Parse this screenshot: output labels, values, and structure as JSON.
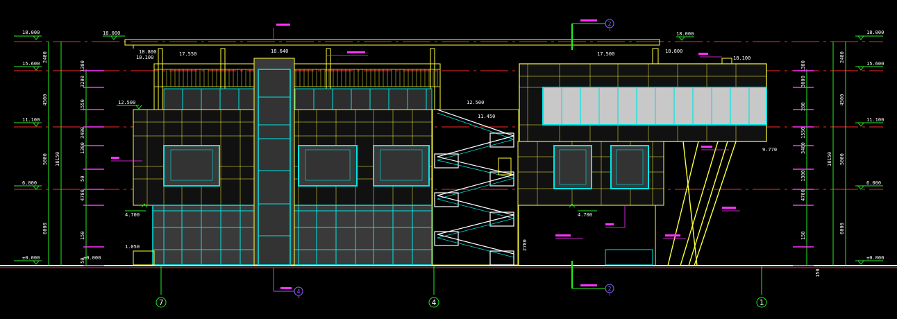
{
  "colors": {
    "background": "#000000",
    "structure": "#ffff3c",
    "glazing": "#00e5e5",
    "axis_red": "#ff2a2a",
    "dim_green": "#22ee22",
    "annot_magenta": "#ff33ff",
    "leader_purple": "#8c62ff",
    "text_white": "#ffffff",
    "grey_fill": "#3a3a3a",
    "light_fill": "#c8c8c8"
  },
  "levels": {
    "left": [
      "18.000",
      "15.600",
      "11.100",
      "6.000",
      "±0.000"
    ],
    "right": [
      "18.000",
      "15.600",
      "11.100",
      "6.000",
      "±0.000"
    ]
  },
  "dimensions": {
    "left_outer": [
      "2400",
      "4500",
      "5000",
      "6000"
    ],
    "left_total": "18150",
    "left_inner": [
      "1300",
      "3200",
      "1550",
      "3400",
      "1300",
      "50",
      "4700",
      "150",
      "50"
    ],
    "right_outer": [
      "2400",
      "4500",
      "5000",
      "6000"
    ],
    "right_total": "18150",
    "right_inner": [
      "1300",
      "3000",
      "200",
      "1550",
      "3400",
      "1300",
      "4700",
      "150"
    ],
    "bottom_right": "150",
    "door_height": "2780"
  },
  "elevations": {
    "roof_left": "18.000",
    "roof_mid_left": "18.800",
    "roof_mid_left2": "18.100",
    "roof_a": "17.550",
    "stair_top": "18.640",
    "roof_right1": "18.000",
    "roof_b": "17.500",
    "roof_right2": "18.800",
    "roof_right3": "18.100",
    "level_12500": "12.500",
    "level_12500b": "12.500",
    "level_11450": "11.450",
    "level_9770": "9.770",
    "level_4700a": "4.700",
    "level_4700b": "4.700",
    "level_1050": "1.050",
    "ground": "±0.000"
  },
  "axes": [
    "7",
    "4",
    "1"
  ],
  "callouts": {
    "top_section": "2",
    "top_section_sub": "1",
    "bottom_section": "2",
    "bottom_section_sub": "1",
    "left_detail": "4",
    "left_detail_sub": "3"
  }
}
